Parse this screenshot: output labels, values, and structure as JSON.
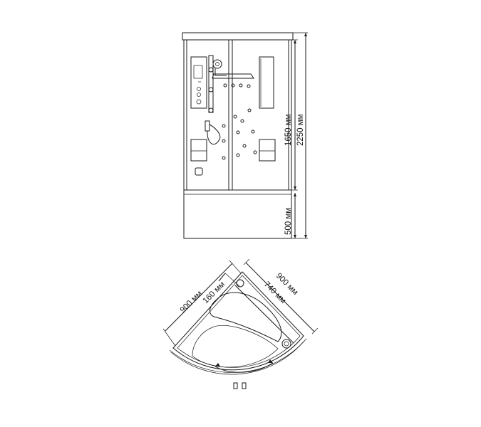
{
  "front_view": {
    "dimensions": {
      "cabin_height": "1650 мм",
      "total_height": "2250 мм",
      "tray_height": "500 мм"
    }
  },
  "top_view": {
    "dimensions": {
      "side_left": "900 мм",
      "side_right": "900 мм",
      "seat_depth": "160 мм",
      "tray_depth": "740 мм"
    }
  }
}
